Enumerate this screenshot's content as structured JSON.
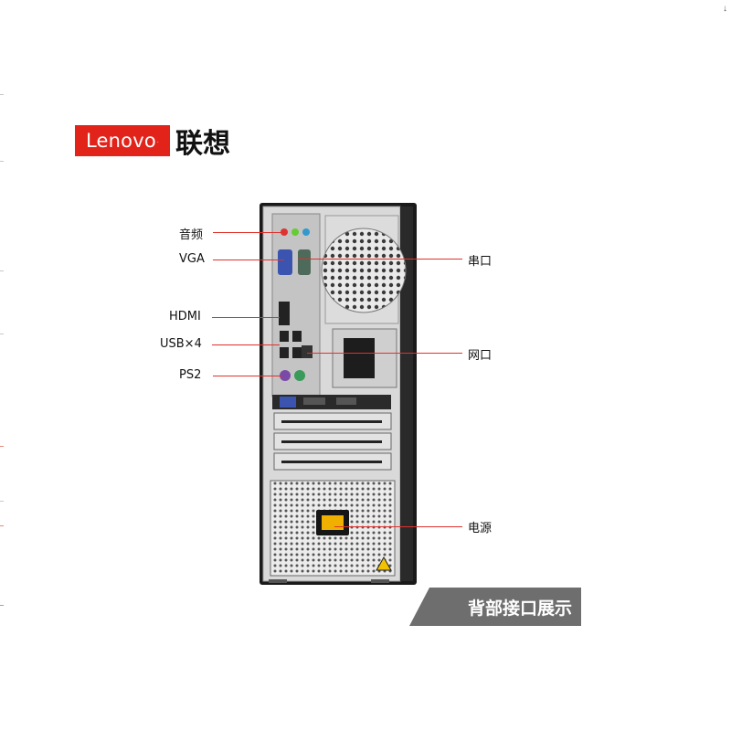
{
  "brand": {
    "logo_text": "Lenovo",
    "name_cn": "联想"
  },
  "labels": {
    "audio": "音频",
    "vga": "VGA",
    "hdmi": "HDMI",
    "usb": "USB×4",
    "ps2": "PS2",
    "serial": "串口",
    "network": "网口",
    "power": "电源"
  },
  "banner": {
    "text": "背部接口展示"
  },
  "colors": {
    "brand_red": "#e2231a",
    "pointer_red": "#e0312c",
    "banner_gray": "#6e6e6e"
  },
  "corner_mark": "↓"
}
